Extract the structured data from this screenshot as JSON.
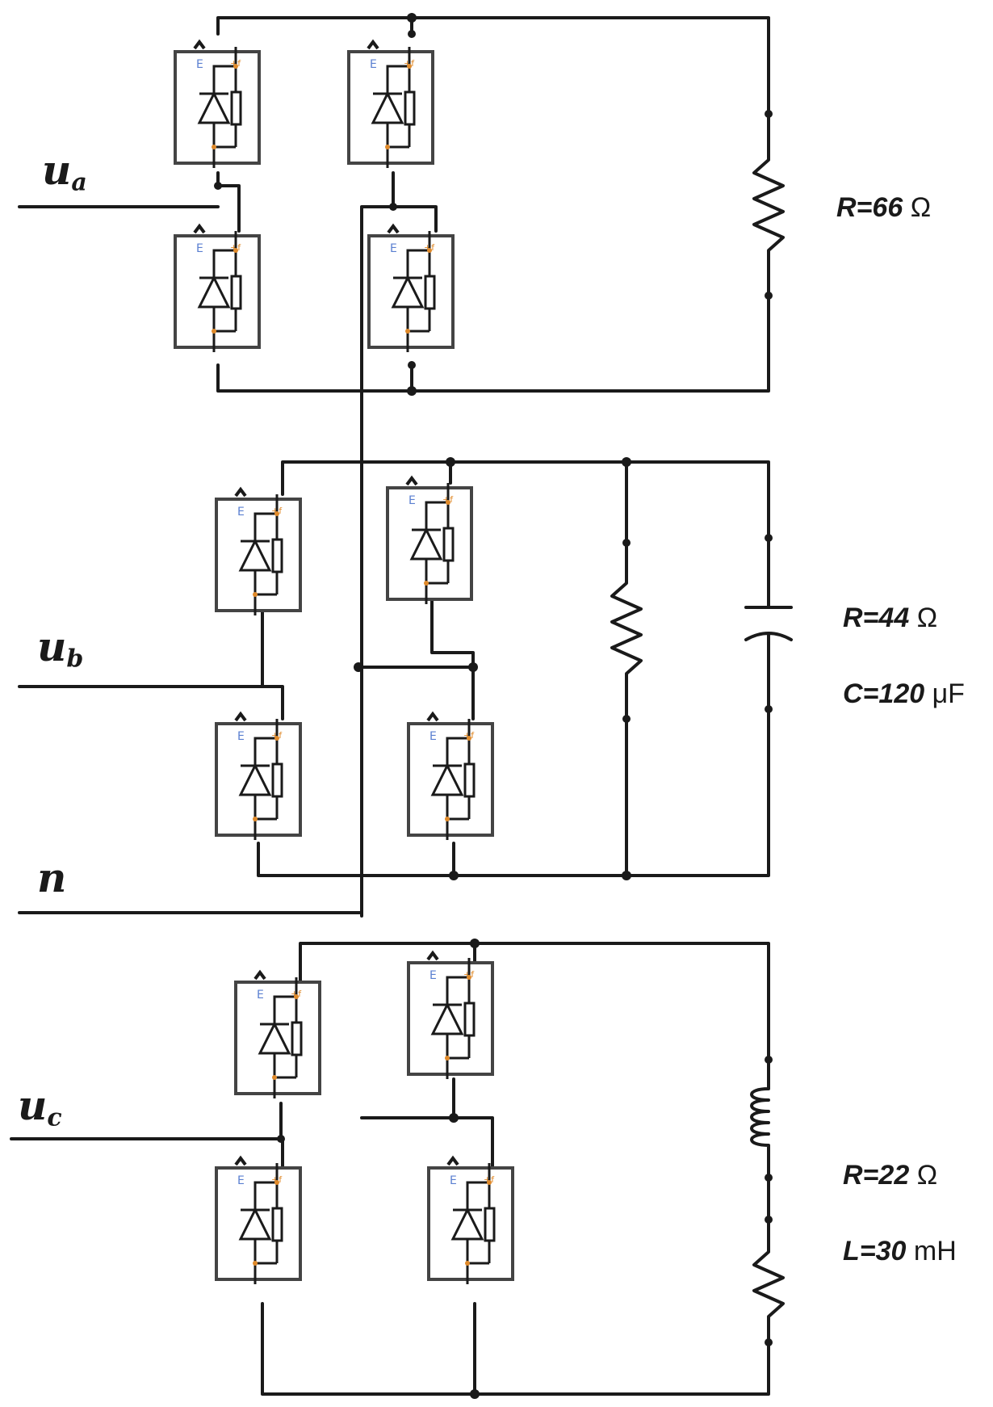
{
  "voltage_labels": {
    "ua": {
      "symbol": "u",
      "sub": "a"
    },
    "ub": {
      "symbol": "u",
      "sub": "b"
    },
    "n": {
      "symbol": "n",
      "sub": ""
    },
    "uc": {
      "symbol": "u",
      "sub": "c"
    }
  },
  "load_labels": {
    "phase_a": {
      "r": "R=66 ",
      "r_unit": "Ω"
    },
    "phase_b": {
      "r": "R=44 ",
      "r_unit": "Ω",
      "c": "C=120 ",
      "c_unit": "μF"
    },
    "phase_c": {
      "r": "R=22 ",
      "r_unit": "Ω",
      "l": "L=30 ",
      "l_unit": "mH"
    }
  },
  "colors": {
    "wire": "#1a1a1a",
    "module_border": "#444444",
    "module_mark": "#e08a2a",
    "module_mark2": "#5a7fd0"
  },
  "component_types": {
    "switch": "diode-module-icon",
    "resistor": "resistor-icon",
    "capacitor": "capacitor-icon",
    "inductor": "inductor-icon"
  }
}
